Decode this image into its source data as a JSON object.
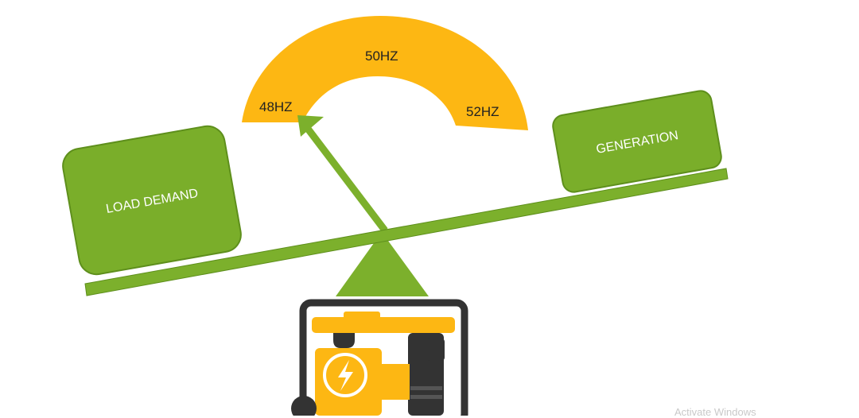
{
  "gauge": {
    "left_label": "48HZ",
    "top_label": "50HZ",
    "right_label": "52HZ",
    "color": "#fdb713"
  },
  "balance": {
    "load_label": "LOAD DEMAND",
    "generation_label": "GENERATION",
    "color": "#7cb02c",
    "box_color": "#7aae2a",
    "box_border": "#5e8f1c"
  },
  "generator": {
    "icon": "generator-icon",
    "frame_color": "#333333",
    "body_color": "#fdb713"
  },
  "watermark": "Activate Windows"
}
